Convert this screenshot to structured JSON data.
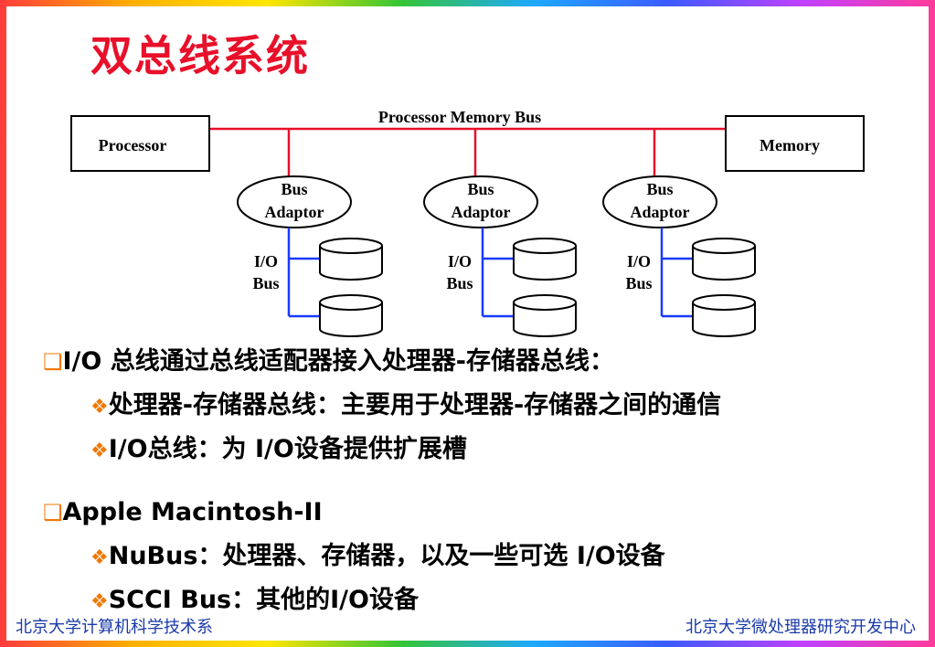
{
  "title": "双总线系统",
  "diagram": {
    "bus_label": "Processor Memory Bus",
    "processor": "Processor",
    "memory": "Memory",
    "adaptor_line1": "Bus",
    "adaptor_line2": "Adaptor",
    "io_line1": "I/O",
    "io_line2": "Bus",
    "colors": {
      "memory_bus": "#e8102a",
      "io_bus": "#1a3aff"
    }
  },
  "bullets": [
    {
      "text": "I/O 总线通过总线适配器接入处理器-存储器总线：",
      "sub": [
        "处理器-存储器总线：主要用于处理器-存储器之间的通信",
        "I/O总线：为 I/O设备提供扩展槽"
      ]
    },
    {
      "text": "Apple Macintosh-II",
      "sub": [
        "NuBus：处理器、存储器，以及一些可选 I/O设备",
        "SCCI Bus：其他的I/O设备"
      ]
    }
  ],
  "footer": {
    "left": "北京大学计算机科学技术系",
    "right": "北京大学微处理器研究开发中心"
  }
}
